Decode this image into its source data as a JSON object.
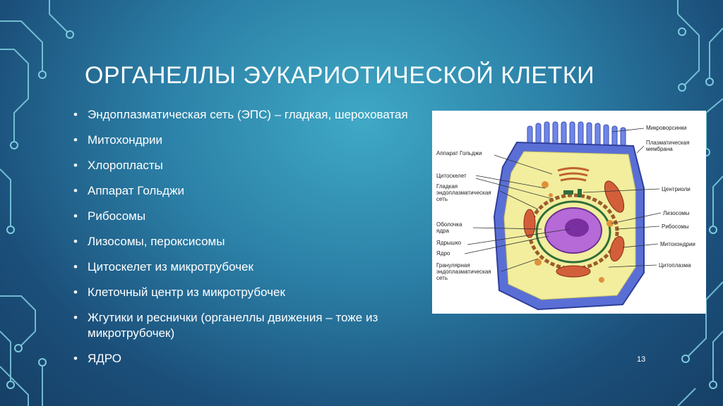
{
  "slide": {
    "title": "ОРГАНЕЛЛЫ ЭУКАРИОТИЧЕСКОЙ КЛЕТКИ",
    "page_number": "13",
    "bullet_symbol": "•",
    "bullets": [
      "Эндоплазматическая сеть (ЭПС) – гладкая, шероховатая",
      "Митохондрии",
      "Хлоропласты",
      "Аппарат Гольджи",
      "Рибосомы",
      "Лизосомы, пероксисомы",
      "Цитоскелет из микротрубочек",
      "Клеточный центр из микротрубочек",
      "Жгутики и реснички (органеллы движения – тоже из микротрубочек)",
      "ЯДРО"
    ]
  },
  "figure": {
    "labels_left": {
      "golgi": "Аппарат Гольджи",
      "cytoskeleton": "Цитоскелет",
      "smooth_er_1": "Гладкая",
      "smooth_er_2": "эндоплазматическая",
      "smooth_er_3": "сеть",
      "nuclear_envelope_1": "Оболочка",
      "nuclear_envelope_2": "ядра",
      "nucleolus": "Ядрышко",
      "nucleus": "Ядро",
      "rough_er_1": "Гранулярная",
      "rough_er_2": "эндоплазматическая",
      "rough_er_3": "сеть"
    },
    "labels_right": {
      "microvilli": "Микроворсинки",
      "membrane_1": "Плазматическая",
      "membrane_2": "мембрана",
      "centrioles": "Центриоли",
      "lysosomes": "Лизосомы",
      "ribosomes": "Рибосомы",
      "mitochondria": "Митохондрии",
      "cytoplasm": "Цитоплазма"
    }
  },
  "colors": {
    "text": "#ffffff",
    "membrane": "#5a6fd6",
    "cytoplasm": "#f2ee9e",
    "nucleus": "#b56ad8",
    "mitochondria": "#d25f3a"
  }
}
